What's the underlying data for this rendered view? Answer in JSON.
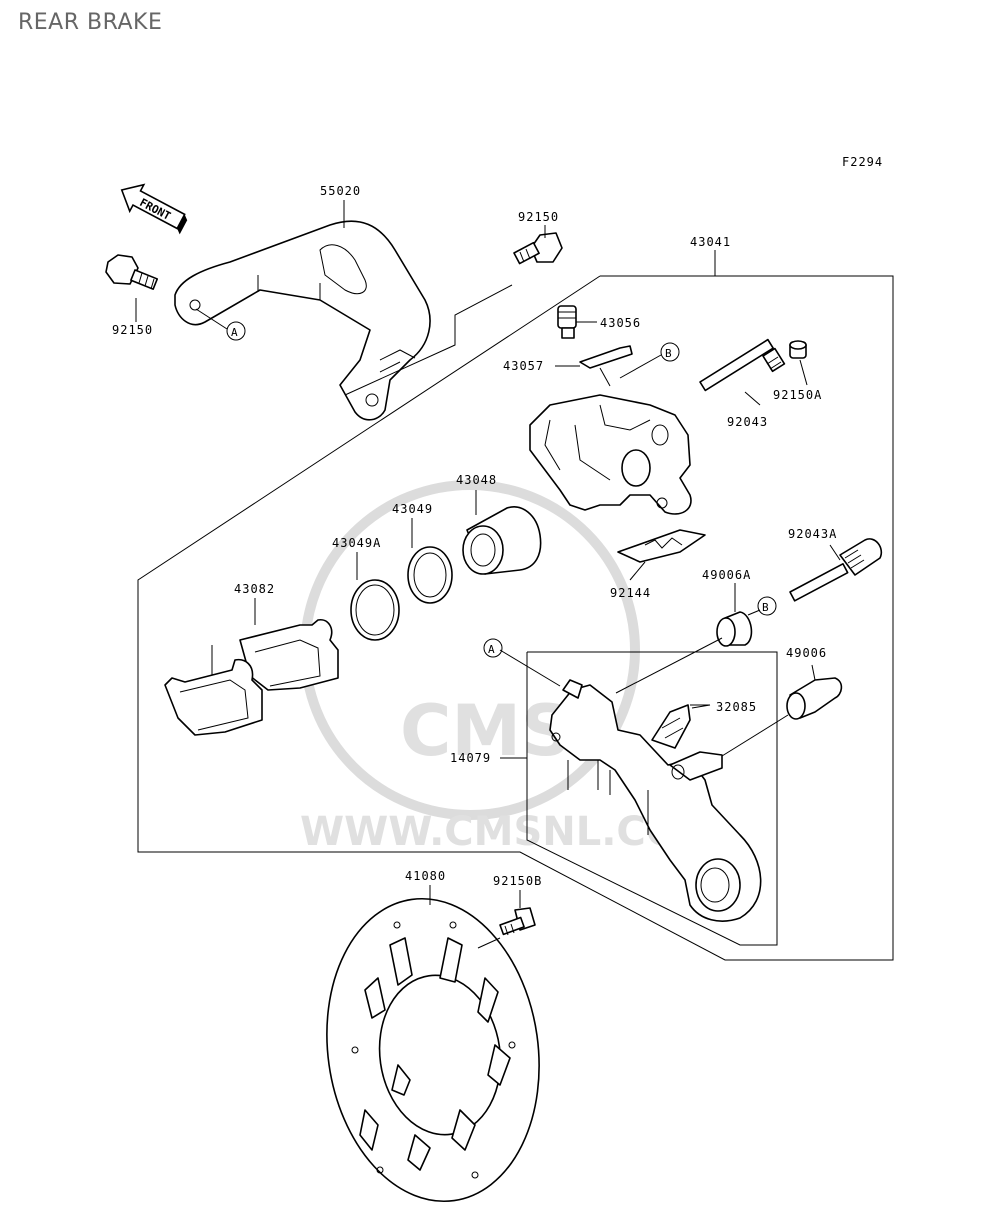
{
  "page": {
    "title": "REAR BRAKE"
  },
  "diagram": {
    "figure_code": "F2294",
    "front_label": "FRONT",
    "watermark": "WWW.CMSNL.COM",
    "watermark_logo": "CMS",
    "reference_markers": [
      "A",
      "B"
    ],
    "part_labels": {
      "p55020": "55020",
      "p92150_left": "92150",
      "p92150_top": "92150",
      "p43041": "43041",
      "p43056": "43056",
      "p43057": "43057",
      "p92150A": "92150A",
      "p92043": "92043",
      "p43048": "43048",
      "p43049": "43049",
      "p43049A": "43049A",
      "p43082": "43082",
      "p92144": "92144",
      "p92043A": "92043A",
      "p49006A": "49006A",
      "p49006": "49006",
      "p32085": "32085",
      "p14079": "14079",
      "p41080": "41080",
      "p92150B": "92150B"
    }
  }
}
